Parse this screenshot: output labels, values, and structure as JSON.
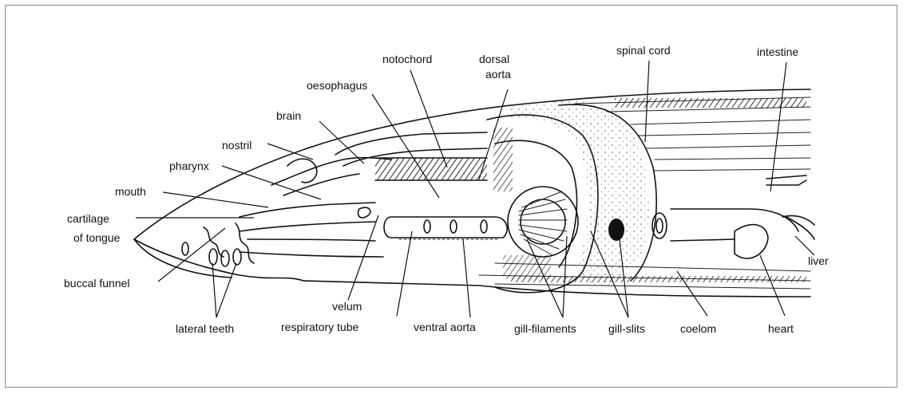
{
  "labels": {
    "notochord": "notochord",
    "dorsal_aorta": "dorsal aorta",
    "spinal_cord": "spinal cord",
    "intestine": "intestine",
    "oesophagus": "oesophagus",
    "brain": "brain",
    "nostril": "nostril",
    "pharynx": "pharynx",
    "mouth": "mouth",
    "cartilage_of_tongue": "cartilage of tongue",
    "buccal_funnel": "buccal funnel",
    "lateral_teeth": "lateral teeth",
    "velum": "velum",
    "respiratory_tube": "respiratory tube",
    "ventral_aorta": "ventral aorta",
    "gill_filaments": "gill-filaments",
    "gill_slits": "gill-slits",
    "coelom": "coelom",
    "heart": "heart",
    "liver": "liver"
  },
  "colors": {
    "ink": "#111111",
    "background": "#ffffff",
    "frame": "#8a8a8a"
  }
}
